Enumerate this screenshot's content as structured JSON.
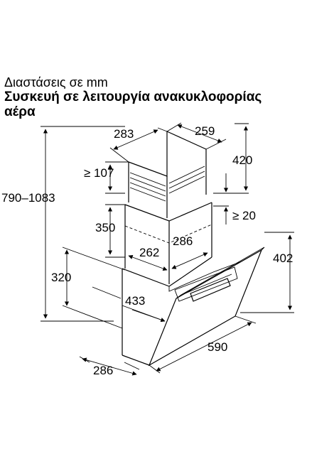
{
  "header": {
    "subtitle": "Διαστάσεις σε mm",
    "title_line1": "Συσκευή σε λειτουργία ανακυκλοφορίας",
    "title_line2": "αέρα"
  },
  "dimensions": {
    "chimney_depth_top": "283",
    "chimney_width_top": "259",
    "chimney_top_height": "420",
    "min_gap_top": "≥ 107",
    "total_height": "790–1083",
    "chimney_lower_height": "350",
    "min_overlap": "≥ 20",
    "inner_width": "262",
    "inner_depth": "286",
    "body_height_right": "402",
    "body_height_left": "320",
    "body_depth": "433",
    "hood_width": "590",
    "base_depth": "286"
  }
}
